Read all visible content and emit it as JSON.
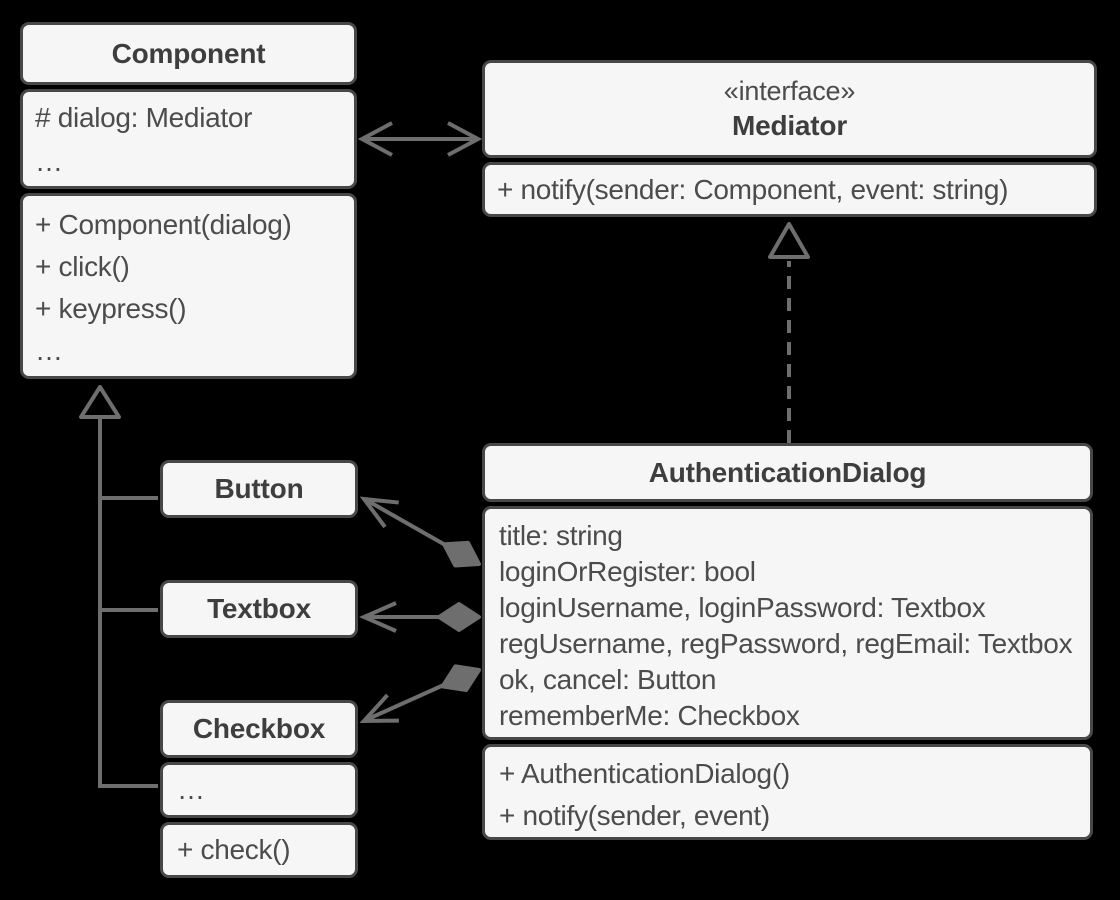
{
  "diagram": {
    "kind": "uml-class-diagram",
    "pattern": "Mediator (structure example: authentication dialog)",
    "colors": {
      "bg": "#000000",
      "fill": "#f6f6f6",
      "border": "#484848",
      "text": "#4c4c4c",
      "title": "#3e3e3e",
      "line": "#6e6e6e"
    }
  },
  "classes": {
    "component": {
      "name": "Component",
      "attributes": [
        "# dialog: Mediator",
        "…"
      ],
      "methods": [
        "+ Component(dialog)",
        "+ click()",
        "+ keypress()",
        "…"
      ]
    },
    "mediator": {
      "stereotype": "«interface»",
      "name": "Mediator",
      "methods": [
        "+ notify(sender: Component, event: string)"
      ]
    },
    "authentication_dialog": {
      "name": "AuthenticationDialog",
      "attributes": [
        "title: string",
        "loginOrRegister: bool",
        "loginUsername, loginPassword: Textbox",
        "regUsername, regPassword, regEmail: Textbox",
        "ok, cancel: Button",
        "rememberMe: Checkbox"
      ],
      "methods": [
        "+ AuthenticationDialog()",
        "+ notify(sender, event)"
      ]
    },
    "button": {
      "name": "Button"
    },
    "textbox": {
      "name": "Textbox"
    },
    "checkbox": {
      "name": "Checkbox",
      "attributes": [
        "…"
      ],
      "methods": [
        "+ check()"
      ]
    }
  },
  "relationships": [
    {
      "type": "bidirectional-association",
      "between": [
        "Component",
        "Mediator"
      ]
    },
    {
      "type": "realization",
      "from": "AuthenticationDialog",
      "to": "Mediator"
    },
    {
      "type": "inheritance",
      "from": [
        "Button",
        "Textbox",
        "Checkbox"
      ],
      "to": "Component"
    },
    {
      "type": "composition",
      "from": "AuthenticationDialog",
      "to": "Button"
    },
    {
      "type": "composition",
      "from": "AuthenticationDialog",
      "to": "Textbox"
    },
    {
      "type": "composition",
      "from": "AuthenticationDialog",
      "to": "Checkbox"
    }
  ]
}
